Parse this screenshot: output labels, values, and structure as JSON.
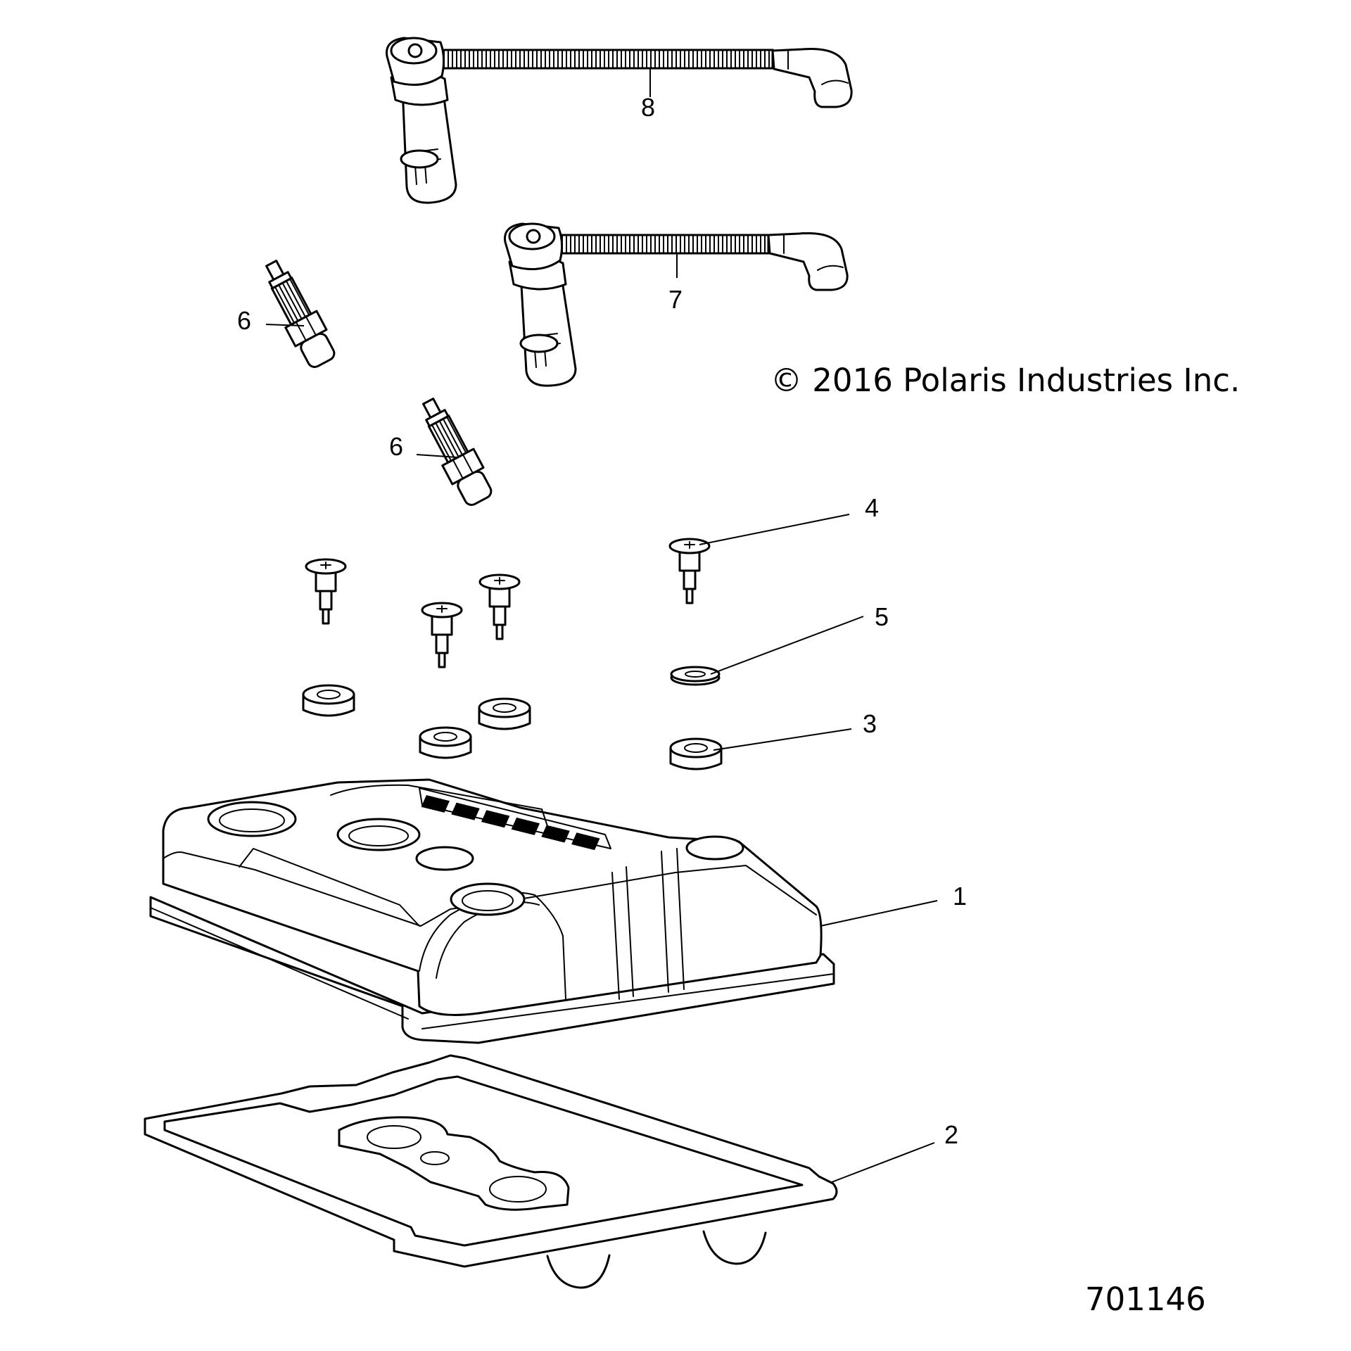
{
  "copyright": "© 2016 Polaris Industries Inc.",
  "drawing_number": "701146",
  "callouts": {
    "c1": "1",
    "c2": "2",
    "c3": "3",
    "c4": "4",
    "c5": "5",
    "c6a": "6",
    "c6b": "6",
    "c7": "7",
    "c8": "8"
  },
  "icons": {
    "valve_cover": "valve-cover-icon",
    "gasket": "gasket-icon",
    "grommet": "grommet-icon",
    "bolt": "bolt-icon",
    "washer": "washer-icon",
    "spark_plug": "spark-plug-icon",
    "ignition_lead": "spark-plug-wire-icon"
  }
}
